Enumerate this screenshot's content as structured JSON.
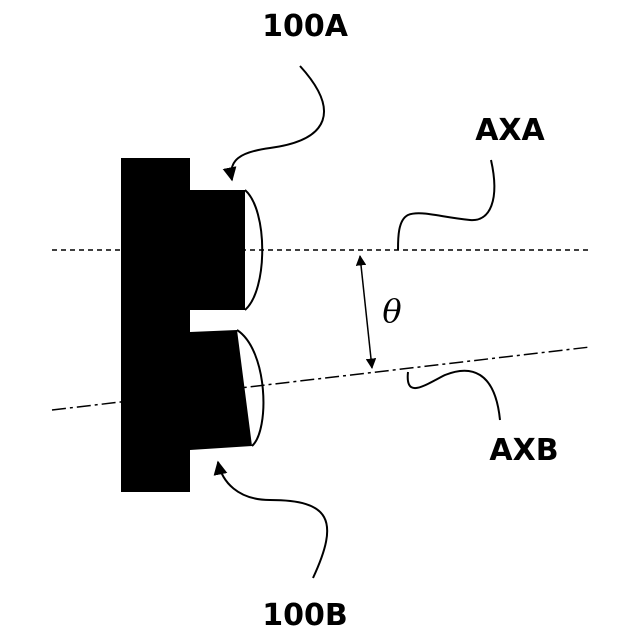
{
  "labels": {
    "part_a": "100A",
    "part_b": "100B",
    "axis_a": "AXA",
    "axis_b": "AXB",
    "angle": "θ"
  },
  "colors": {
    "ink": "#000000",
    "background": "#ffffff"
  }
}
